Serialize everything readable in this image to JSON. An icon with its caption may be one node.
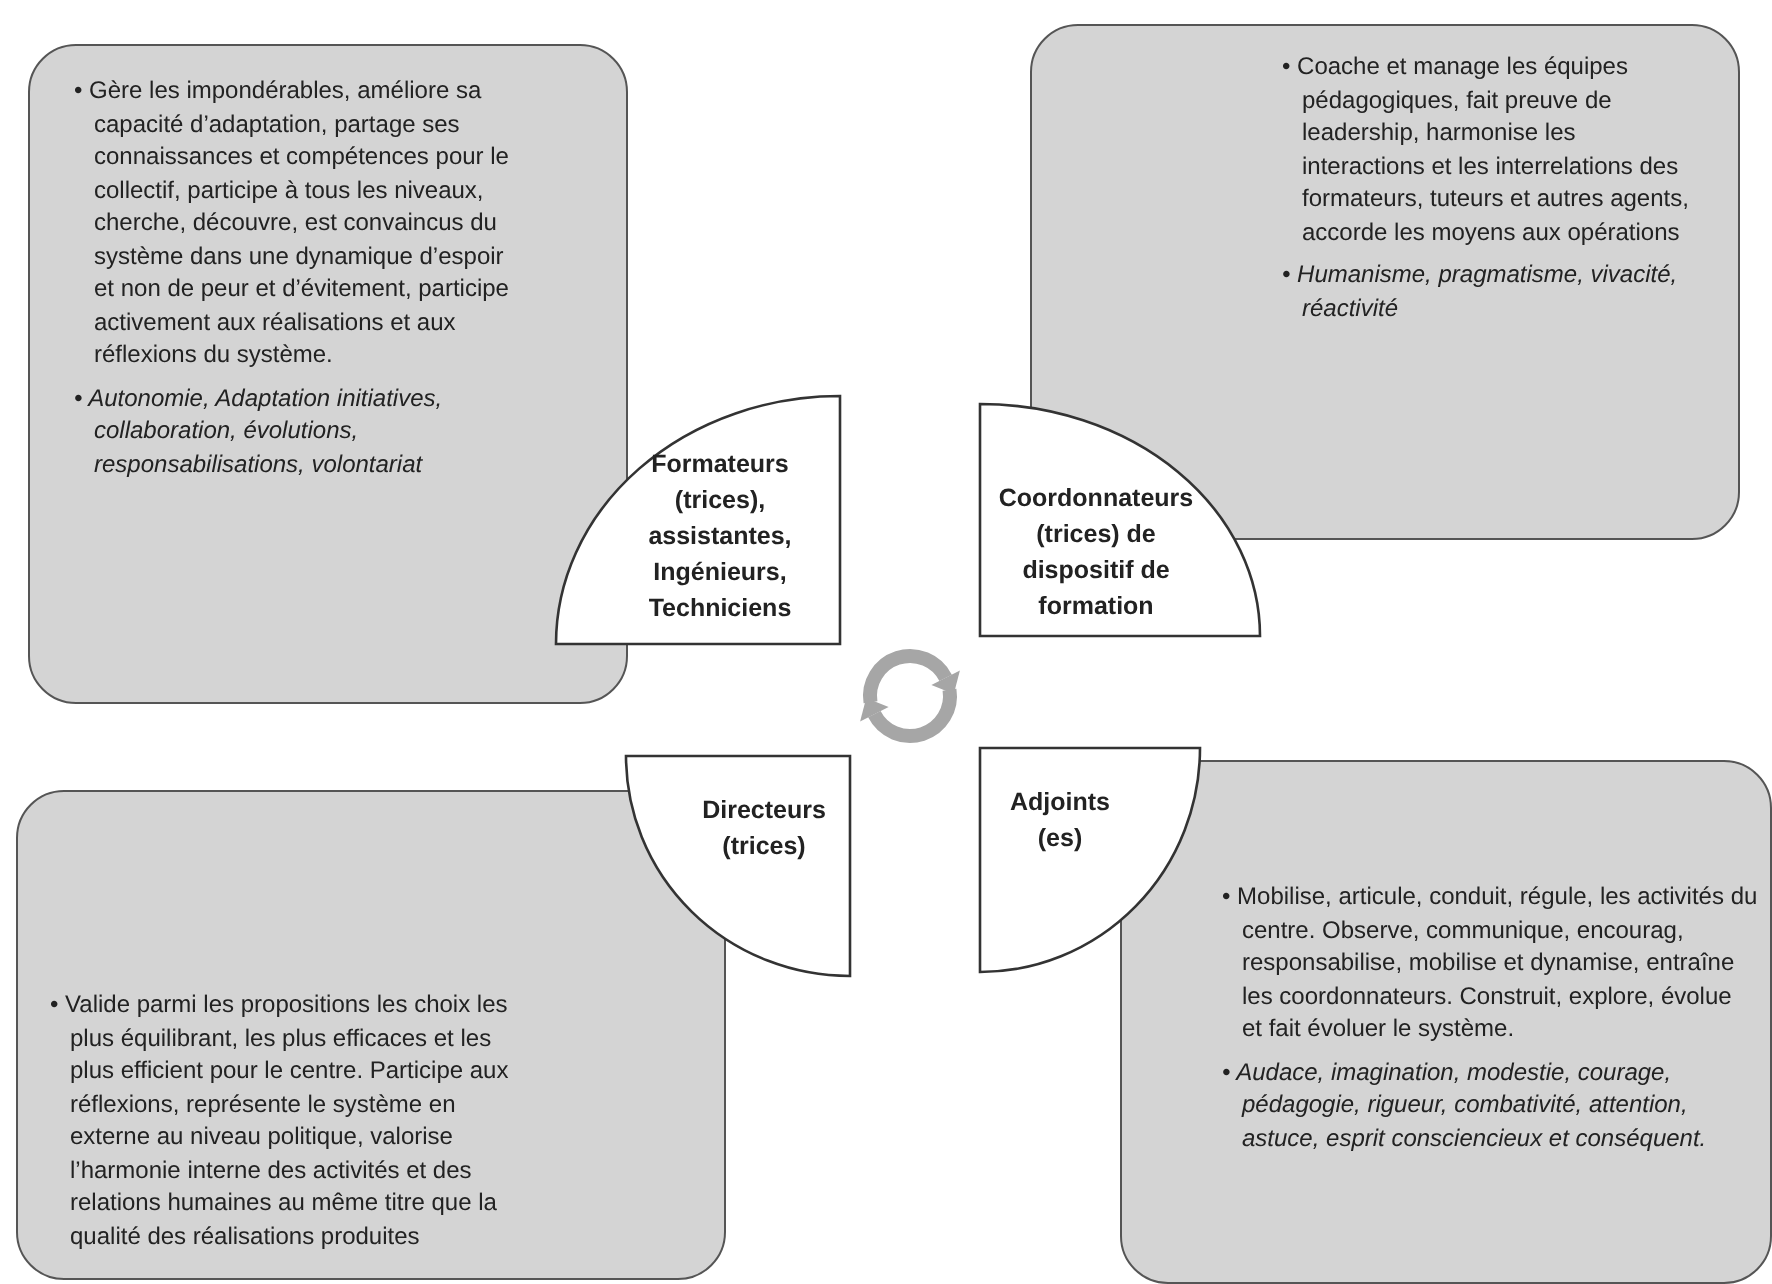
{
  "diagram": {
    "nodes": [
      {
        "text": [
          "• Gère les impondérables, améliore sa capacité d’adaptation, partage ses connaissances et compétences pour le collectif, participe à tous les niveaux, cherche, découvre, est convaincus du système dans une dynamique d’espoir et non de peur et d’évitement, participe activement aux réalisations et aux réflexions du système.",
          "• Autonomie, Adaptation initiatives, collaboration, évolutions, responsabilisations, volontariat"
        ]
      },
      {
        "text": [
          "• Coache et manage les équipes pédagogiques, fait preuve de leadership, harmonise les interactions et les interrelations des formateurs, tuteurs et autres agents, accorde les moyens aux opérations",
          "• Humanisme, pragmatisme, vivacité, réactivité"
        ]
      },
      {
        "text": [
          "Formateurs (trices), assistantes, Ingénieurs, Techniciens"
        ]
      },
      {
        "text": [
          "Coordonnateurs (trices) de dispositif de formation"
        ]
      },
      {
        "text": [
          "Directeurs (trices)"
        ]
      },
      {
        "text": [
          "Adjoints (es)"
        ]
      },
      {
        "text": [
          "• Valide parmi les propositions les choix les plus équilibrant, les plus efficaces et les plus efficient pour le centre. Participe aux réflexions, représente le système en externe au niveau politique, valorise l’harmonie interne des activités et des relations humaines au même titre que la qualité des réalisations produites"
        ]
      },
      {
        "text": [
          "• Mobilise, articule, conduit, régule,  les activités du centre. Observe, communique, encourag, responsabilise, mobilise et dynamise, entraîne les coordonnateurs. Construit, explore, évolue et fait évoluer le système.",
          "• Audace, imagination, modestie, courage, pédagogie, rigueur, combativité, attention, astuce, esprit consciencieux et conséquent."
        ]
      }
    ]
  }
}
